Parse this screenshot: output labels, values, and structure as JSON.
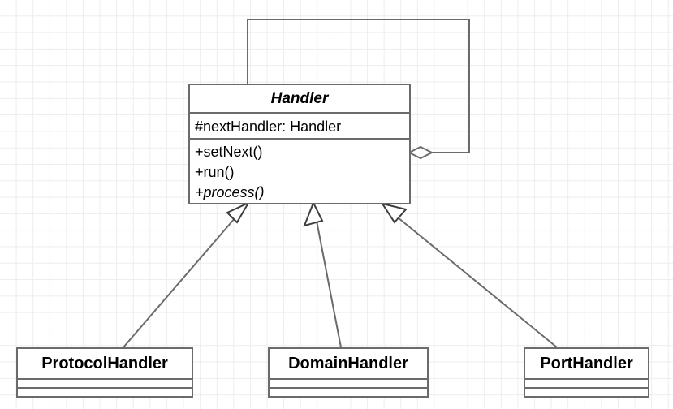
{
  "diagram": {
    "kind": "uml-class-diagram",
    "stroke_color": "#6b6b6b",
    "fill_color": "#ffffff",
    "grid_color": "#ededed"
  },
  "classes": {
    "handler": {
      "name": "Handler",
      "abstract": true,
      "attributes": [
        "#nextHandler: Handler"
      ],
      "operations": [
        {
          "label": "+setNext()",
          "abstract": false
        },
        {
          "label": "+run()",
          "abstract": false
        },
        {
          "label": "+process()",
          "abstract": true
        }
      ]
    },
    "protocol_handler": {
      "name": "ProtocolHandler",
      "abstract": false,
      "attributes": [],
      "operations": []
    },
    "domain_handler": {
      "name": "DomainHandler",
      "abstract": false,
      "attributes": [],
      "operations": []
    },
    "port_handler": {
      "name": "PortHandler",
      "abstract": false,
      "attributes": [],
      "operations": []
    }
  },
  "relationships": [
    {
      "type": "aggregation",
      "from": "handler",
      "to": "handler",
      "label": ""
    },
    {
      "type": "generalization",
      "from": "protocol_handler",
      "to": "handler",
      "label": ""
    },
    {
      "type": "generalization",
      "from": "domain_handler",
      "to": "handler",
      "label": ""
    },
    {
      "type": "generalization",
      "from": "port_handler",
      "to": "handler",
      "label": ""
    }
  ]
}
